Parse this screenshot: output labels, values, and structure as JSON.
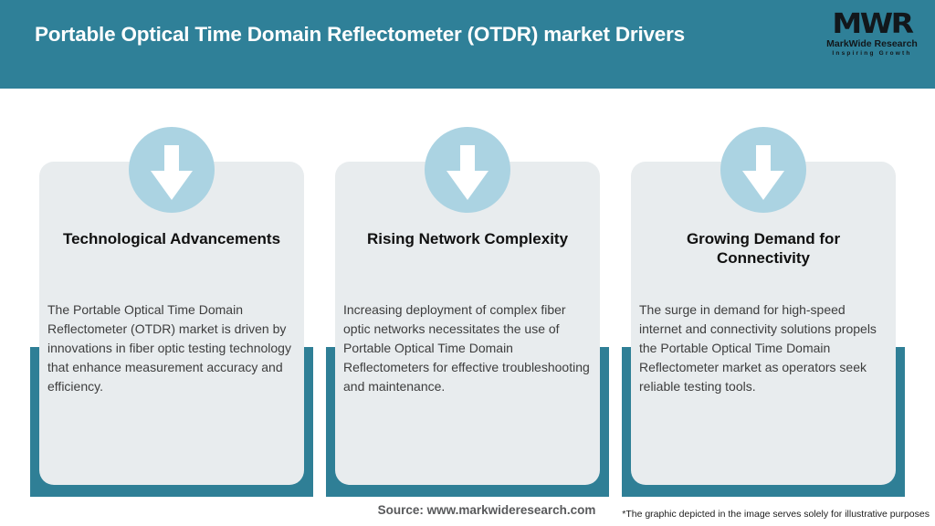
{
  "header": {
    "title": "Portable Optical Time Domain Reflectometer (OTDR) market Drivers",
    "logo": {
      "acronym": "MWR",
      "name": "MarkWide Research",
      "tagline": "Inspiring Growth"
    }
  },
  "cards": [
    {
      "heading": "Technological Advancements",
      "body": "The Portable Optical Time Domain Reflectometer (OTDR) market is driven by innovations in fiber optic testing technology that enhance measurement accuracy and efficiency."
    },
    {
      "heading": "Rising Network Complexity",
      "body": "Increasing deployment of complex fiber optic networks necessitates the use of Portable Optical Time Domain Reflectometers for effective troubleshooting and maintenance."
    },
    {
      "heading": "Growing Demand for Connectivity",
      "body": "The surge in demand for high-speed internet and connectivity solutions propels the Portable Optical Time Domain Reflectometer market as operators seek reliable testing tools."
    }
  ],
  "footer": {
    "source": "Source: www.markwideresearch.com",
    "disclaimer": "*The graphic depicted in the image serves solely for illustrative purposes"
  },
  "colors": {
    "header_teal": "#2f8098",
    "frame_teal": "#2f7f96",
    "card_gray": "#e8ecee",
    "circle_blue": "#abd3e2",
    "arrow_white": "#ffffff",
    "title_white": "#ffffff",
    "heading_black": "#101010",
    "body_gray": "#3d3d3d",
    "source_gray": "#58595b",
    "logo_black": "#12171b"
  }
}
